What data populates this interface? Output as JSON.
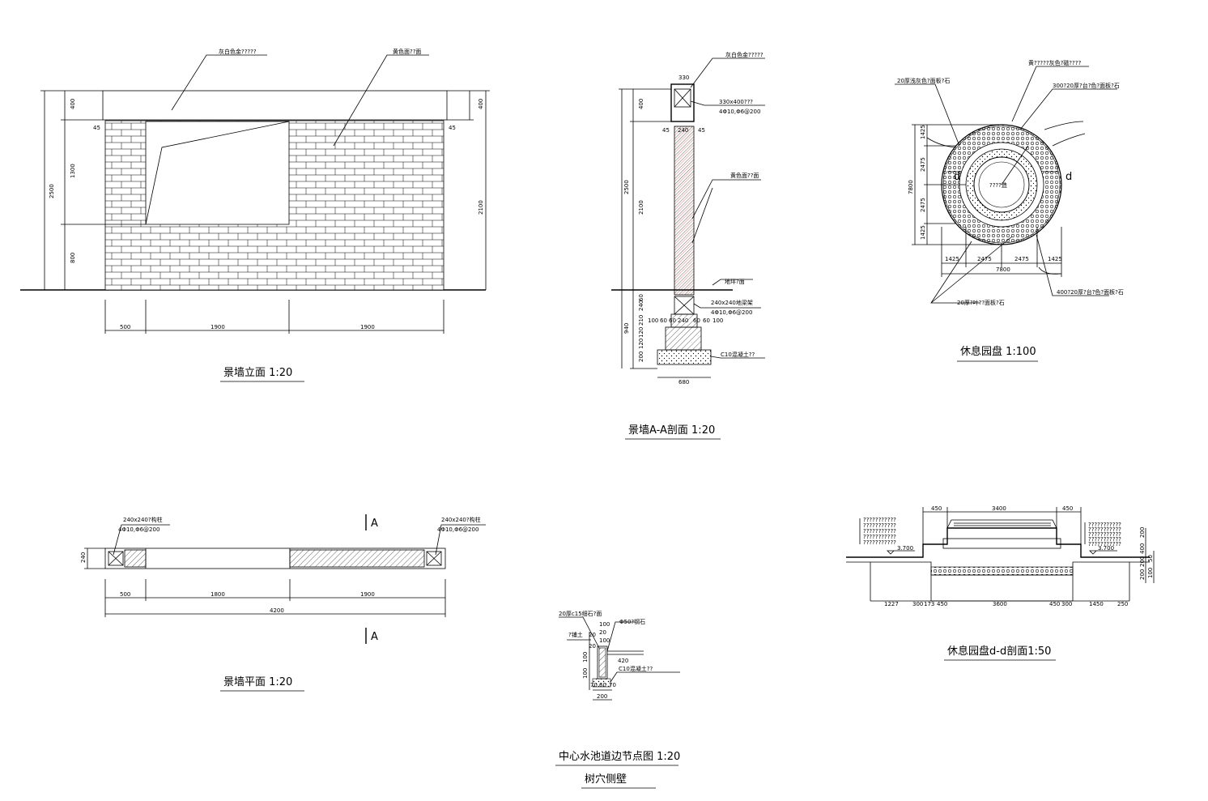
{
  "wall_elevation": {
    "title": "景墙立面    1:20",
    "callouts": [
      "灰白色金?????",
      "黄色面??面"
    ],
    "dim_left": [
      "400",
      "1300",
      "800",
      "2500"
    ],
    "dim_right": [
      "400",
      "2100"
    ],
    "dim_side": [
      "45",
      "45"
    ],
    "dim_bottom": [
      "500",
      "1900",
      "1900"
    ]
  },
  "wall_section": {
    "title": "景墙A-A剖面   1:20",
    "callouts": [
      "灰白色金?????",
      "330x400???",
      "4Φ10,Φ6@200",
      "黄色面??面",
      "地坪?面",
      "240x240地梁架",
      "4Φ10,Φ6@200",
      "C10混凝土??"
    ],
    "dims": [
      "330",
      "400",
      "45",
      "240",
      "45",
      "2500",
      "2100",
      "60",
      "240",
      "940",
      "210",
      "120",
      "120",
      "200",
      "100",
      "60",
      "60",
      "240",
      "60",
      "60",
      "100",
      "680"
    ]
  },
  "rest_plaza_plan": {
    "title": "休息园盘   1:100",
    "center_label": "????造",
    "callouts": [
      "黄?????灰色?磁????",
      "20厚浅灰色?面板?石",
      "300?20厚?台?色?面板?石",
      "20厚?叶??面板?石",
      "400?20厚?台?色?面板?石"
    ],
    "section_marks": [
      "d",
      "d"
    ],
    "dims_vertical": [
      "1425",
      "2475",
      "2475",
      "1425",
      "7800"
    ],
    "dims_horizontal": [
      "1425",
      "2475",
      "2475",
      "1425",
      "7800"
    ]
  },
  "wall_plan": {
    "title": "景墙平面    1:20",
    "callouts": [
      "240x240?构柱",
      "4Φ10,Φ6@200",
      "240x240?构柱",
      "4Φ10,Φ6@200"
    ],
    "dim_thickness": "240",
    "dims": [
      "500",
      "1800",
      "1900",
      "4200"
    ],
    "section_mark": "A"
  },
  "plaza_section": {
    "title": "休息园盘d-d剖面1:50",
    "dims_top": [
      "450",
      "3400",
      "450"
    ],
    "dims_bottom": [
      "1227",
      "300",
      "173",
      "450",
      "3600",
      "450",
      "300",
      "1450",
      "250"
    ],
    "dims_right": [
      "200",
      "400",
      "200",
      "200",
      "50",
      "100"
    ],
    "elevations": [
      "3.700",
      "3.700"
    ],
    "callouts_left": [
      "???????????",
      "???????????",
      "???????????",
      "???????????",
      "???????????"
    ],
    "callouts_right": [
      "???????????",
      "???????????",
      "???????????",
      "???????????",
      "???????????"
    ]
  },
  "tree_pit": {
    "title": "中心水池道边节点图    1:20",
    "subtitle": "树穴侧壁",
    "callouts": [
      "20厚c15细石?面",
      "?铺土",
      "Φ50?钢石",
      "C10混凝土??"
    ],
    "dims": [
      "100",
      "20",
      "20",
      "100",
      "20",
      "100",
      "100",
      "420",
      "70",
      "60",
      "70",
      "200"
    ]
  }
}
